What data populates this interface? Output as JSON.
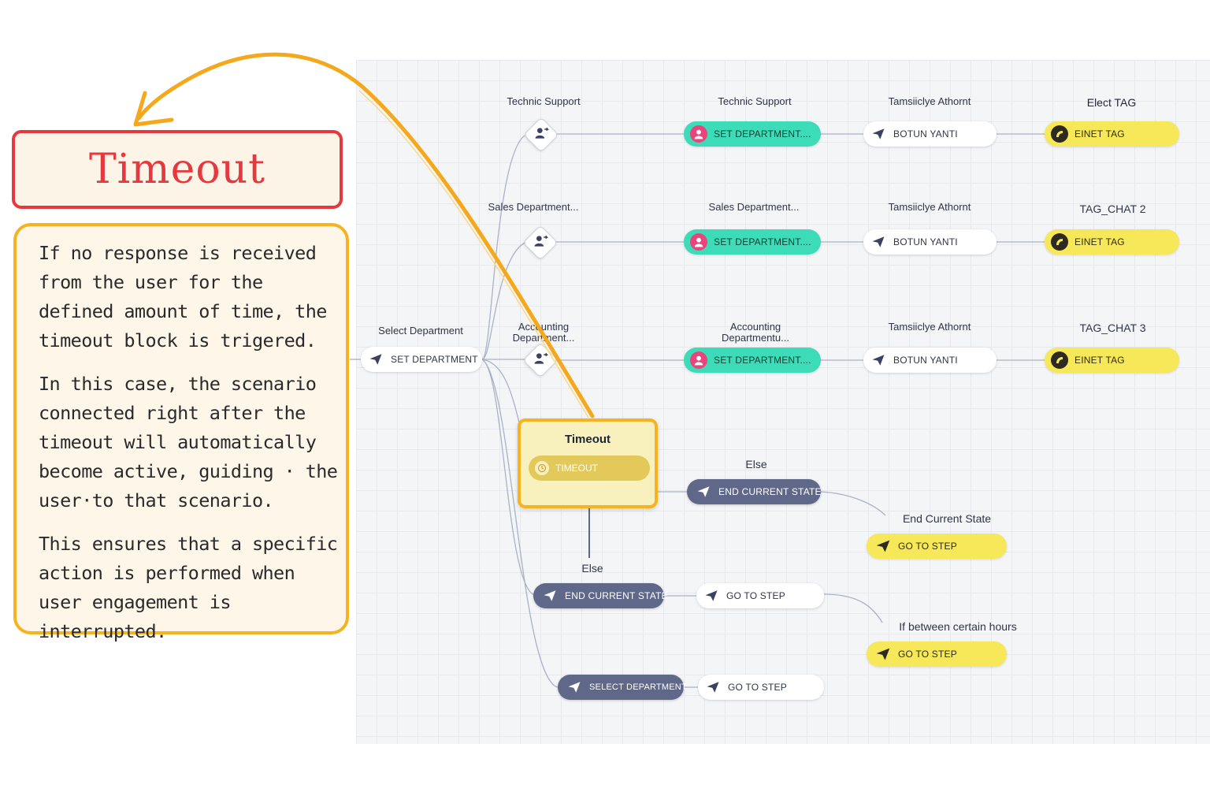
{
  "callout": {
    "title": "Timeout",
    "paragraphs": [
      "If no response is received from the user for the defined amount of time, the timeout block is trigered.",
      "In this case, the scenario connected right after the timeout will automatically become active, guiding · the user·to that scenario.",
      "This ensures that a specific action is performed when user engagement is interrupted."
    ]
  },
  "flow": {
    "start": {
      "label": "Select Department",
      "node": "SET DEPARTMENT"
    },
    "branches": [
      {
        "cond": "Technic Support",
        "dept_label": "Technic Support",
        "dept_node": "SET DEPARTMENT....",
        "reply_label": "Tamsiiclye Athornt",
        "reply_node": "BOTUN YANTI",
        "tag_label": "Elect TAG",
        "tag_node": "EINET TAG"
      },
      {
        "cond": "Sales Department...",
        "dept_label": "Sales Department...",
        "dept_node": "SET DEPARTMENT....",
        "reply_label": "Tamsiiclye Athornt",
        "reply_node": "BOTUN YANTI",
        "tag_label": "TAG_CHAT 2",
        "tag_node": "EINET TAG"
      },
      {
        "cond": "Accounting Department...",
        "dept_label": "Accounting Departmentu...",
        "dept_node": "SET DEPARTMENT....",
        "reply_label": "Tamsiiclye Athornt",
        "reply_node": "BOTUN YANTI",
        "tag_label": "TAG_CHAT 3",
        "tag_node": "EINET TAG"
      }
    ],
    "timeout": {
      "title": "Timeout",
      "node": "TIMEOUT"
    },
    "else1": {
      "label": "Else",
      "node": "END CURRENT STATE",
      "next_label": "End Current State",
      "next_node": "GO TO STEP"
    },
    "else2": {
      "label": "Else",
      "node": "END CURRENT STATE",
      "mid_node": "GO TO STEP",
      "next_label": "If between certain hours",
      "next_node": "GO TO STEP"
    },
    "select": {
      "node": "SELECT DEPARTMENT",
      "mid_node": "GO TO STEP"
    }
  },
  "colors": {
    "accent_orange": "#f7b21f",
    "title_red": "#e5383f",
    "department_green": "#3cdcb8",
    "tag_yellow": "#f6e858",
    "state_slate": "#5f6888"
  },
  "icons": [
    "send-icon",
    "user-icon",
    "tag-icon",
    "route-icon",
    "timeout-icon",
    "arrow-icon"
  ]
}
